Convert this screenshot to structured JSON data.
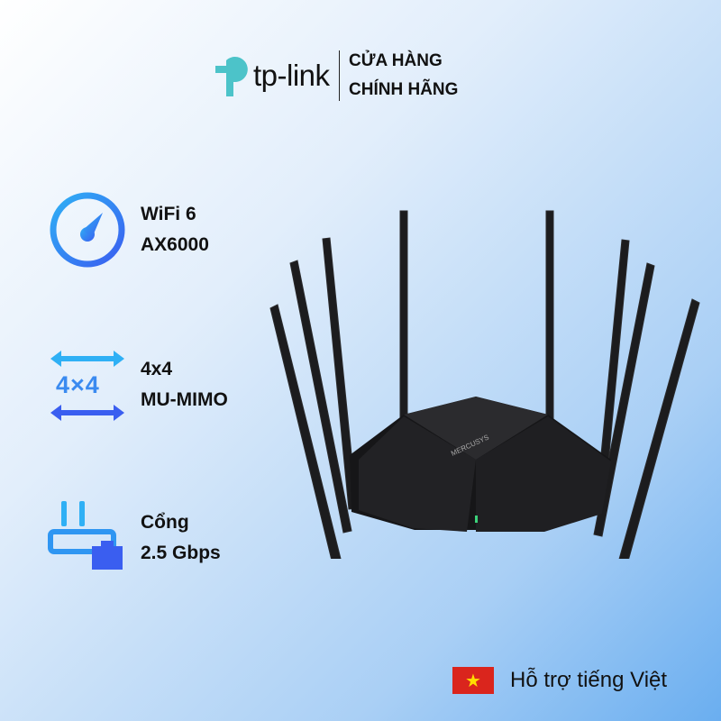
{
  "brand": {
    "logo_text": "tp-link",
    "store_line1": "CỬA HÀNG",
    "store_line2": "CHÍNH HÃNG",
    "color": "#4cc3c9"
  },
  "features": [
    {
      "icon": "speedometer-icon",
      "line1": "WiFi 6",
      "line2": "AX6000"
    },
    {
      "icon": "mimo-arrows-icon",
      "icon_text": "4×4",
      "line1": "4x4",
      "line2": "MU-MIMO"
    },
    {
      "icon": "ethernet-port-icon",
      "line1": "Cổng",
      "line2": "2.5 Gbps"
    }
  ],
  "product": {
    "brand_label": "MERCUSYS"
  },
  "footer": {
    "flag": "vietnam-flag-icon",
    "text": "Hỗ trợ tiếng Việt"
  },
  "colors": {
    "accent": "#2f7cf0",
    "text": "#111111"
  }
}
